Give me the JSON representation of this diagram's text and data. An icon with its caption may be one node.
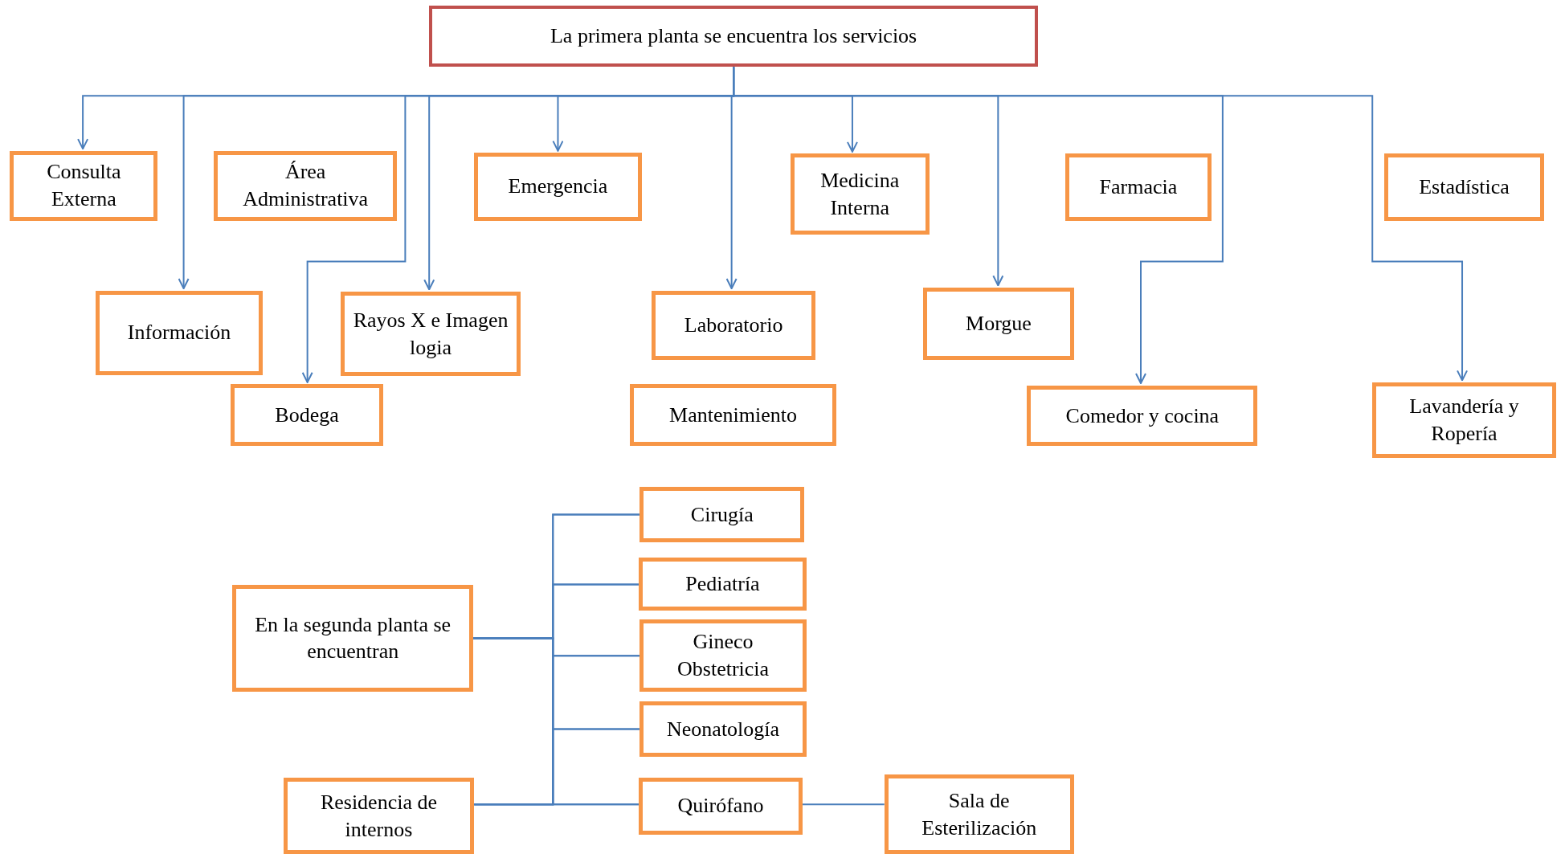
{
  "diagram": {
    "nodes": [
      {
        "text": [
          "La primera planta se encuentra los servicios"
        ]
      },
      {
        "text": [
          "Consulta Externa"
        ]
      },
      {
        "text": [
          "Área Administrativa"
        ]
      },
      {
        "text": [
          "Emergencia"
        ]
      },
      {
        "text": [
          "Medicina Interna"
        ]
      },
      {
        "text": [
          "Farmacia"
        ]
      },
      {
        "text": [
          "Estadística"
        ]
      },
      {
        "text": [
          "Información"
        ]
      },
      {
        "text": [
          "Rayos X e Imagen logia"
        ]
      },
      {
        "text": [
          "Laboratorio"
        ]
      },
      {
        "text": [
          "Morgue"
        ]
      },
      {
        "text": [
          "Bodega"
        ]
      },
      {
        "text": [
          "Mantenimiento"
        ]
      },
      {
        "text": [
          "Comedor y cocina"
        ]
      },
      {
        "text": [
          "Lavandería y Ropería"
        ]
      },
      {
        "text": [
          "Cirugía"
        ]
      },
      {
        "text": [
          "Pediatría"
        ]
      },
      {
        "text": [
          "En la segunda planta se encuentran"
        ]
      },
      {
        "text": [
          "Gineco Obstetricia"
        ]
      },
      {
        "text": [
          "Neonatología"
        ]
      },
      {
        "text": [
          "Residencia de internos"
        ]
      },
      {
        "text": [
          "Quirófano"
        ]
      },
      {
        "text": [
          "Sala de Esterilización"
        ]
      }
    ],
    "edges": [
      {
        "from": 0,
        "to": 1,
        "arrow": "to"
      },
      {
        "from": 0,
        "to": 7,
        "arrow": "to"
      },
      {
        "from": 0,
        "to": 11,
        "arrow": "to"
      },
      {
        "from": 0,
        "to": 8,
        "arrow": "to"
      },
      {
        "from": 0,
        "to": 3,
        "arrow": "to"
      },
      {
        "from": 0,
        "to": 9,
        "arrow": "to"
      },
      {
        "from": 0,
        "to": 4,
        "arrow": "to"
      },
      {
        "from": 0,
        "to": 10,
        "arrow": "to"
      },
      {
        "from": 0,
        "to": 13,
        "arrow": "to"
      },
      {
        "from": 0,
        "to": 14,
        "arrow": "to"
      },
      {
        "from": 17,
        "to": 15,
        "arrow": "none"
      },
      {
        "from": 17,
        "to": 16,
        "arrow": "none"
      },
      {
        "from": 17,
        "to": 18,
        "arrow": "none"
      },
      {
        "from": 17,
        "to": 19,
        "arrow": "none"
      },
      {
        "from": 17,
        "to": 21,
        "arrow": "none"
      },
      {
        "from": 20,
        "to": 15,
        "arrow": "none"
      },
      {
        "from": 20,
        "to": 16,
        "arrow": "none"
      },
      {
        "from": 20,
        "to": 18,
        "arrow": "none"
      },
      {
        "from": 20,
        "to": 19,
        "arrow": "none"
      },
      {
        "from": 20,
        "to": 21,
        "arrow": "none"
      },
      {
        "from": 21,
        "to": 22,
        "arrow": "none"
      }
    ]
  }
}
